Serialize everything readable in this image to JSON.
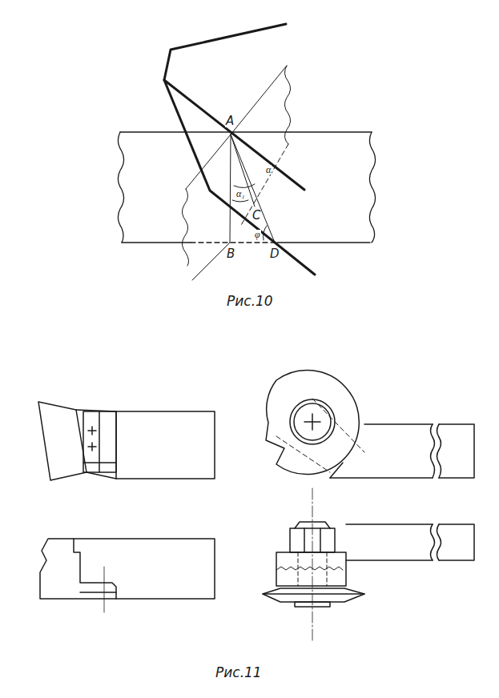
{
  "diagram": {
    "labels": [
      "A",
      "α",
      "α₁",
      "C",
      "φ",
      "B",
      "D",
      "Рис.10",
      "Рис.11"
    ]
  }
}
